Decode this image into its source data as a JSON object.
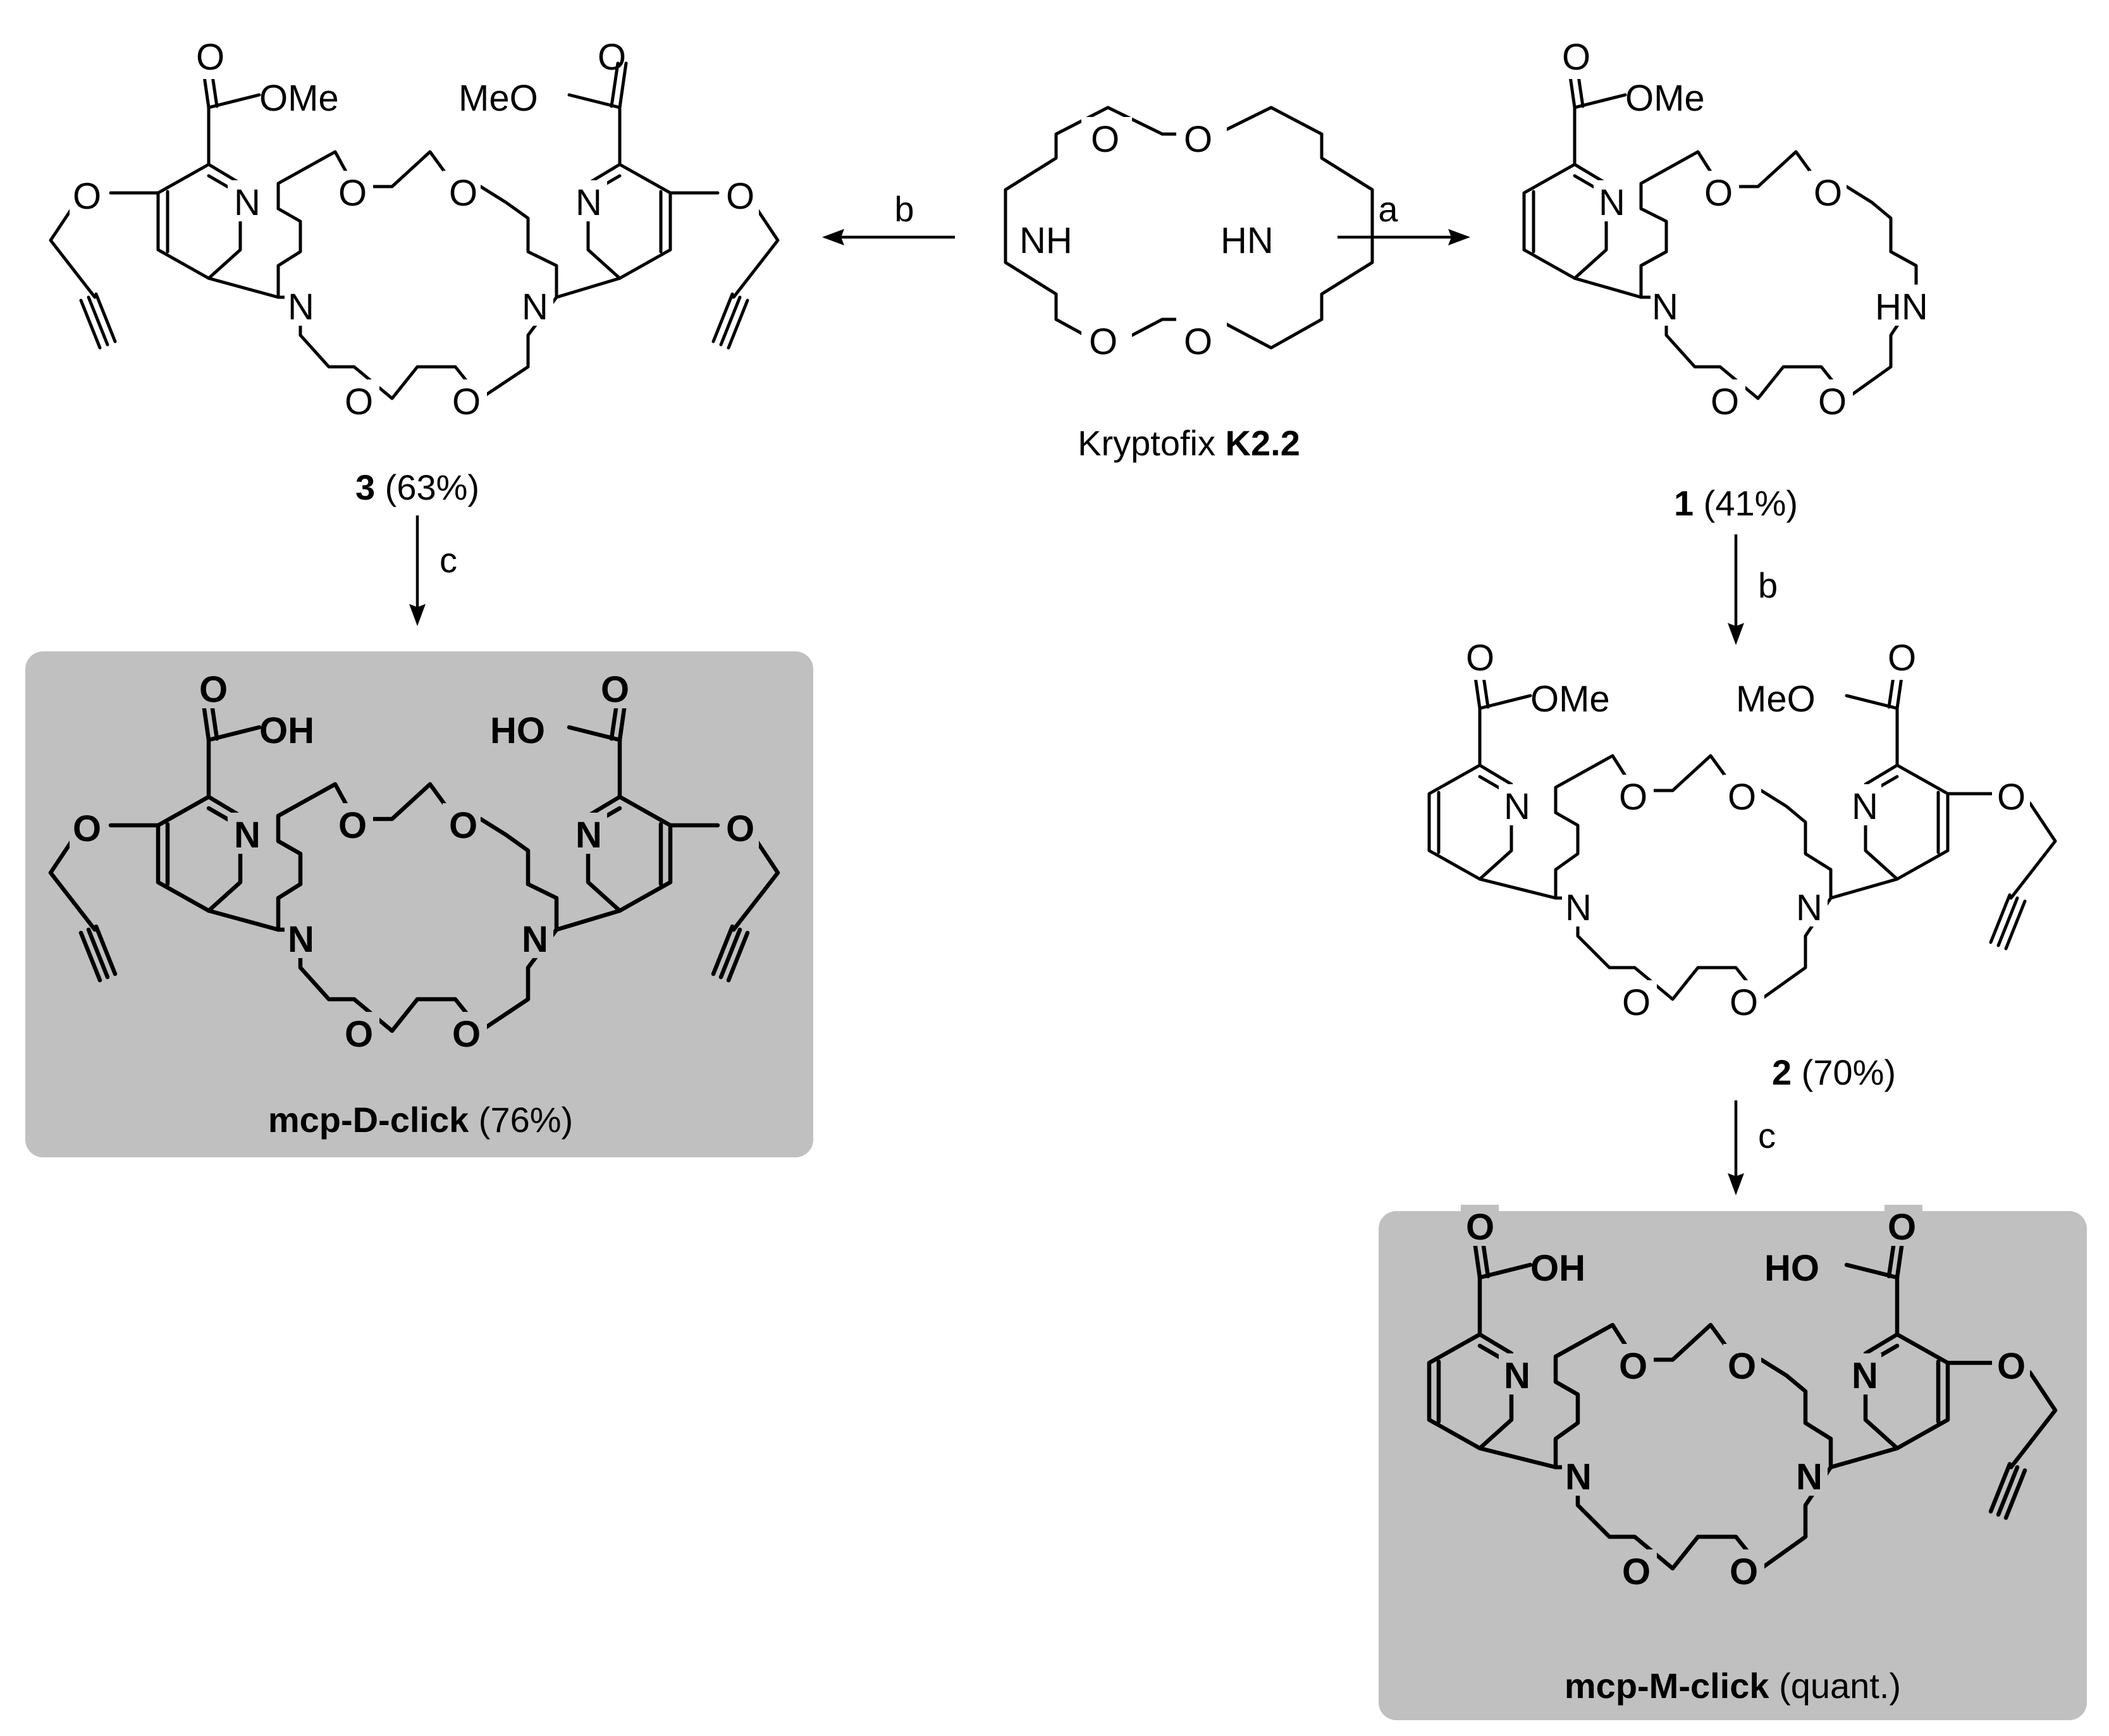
{
  "atoms": {
    "O": "O",
    "N": "N",
    "NH": "NH",
    "HN": "HN",
    "OMe": "OMe",
    "MeO": "MeO",
    "OH": "OH",
    "HO": "HO"
  },
  "reactions": {
    "a": "a",
    "b": "b",
    "c": "c"
  },
  "compounds": {
    "k22": {
      "prefix": "Kryptofix ",
      "bold": "K2.2"
    },
    "c3": {
      "bold": "3",
      "yield": " (63%)"
    },
    "c1": {
      "bold": "1",
      "yield": " (41%)"
    },
    "c2": {
      "bold": "2",
      "yield": " (70%)"
    },
    "mcpD": {
      "bold": "mcp-D-click",
      "yield": " (76%)"
    },
    "mcpM": {
      "bold": "mcp-M-click",
      "yield": " (quant.)"
    }
  }
}
